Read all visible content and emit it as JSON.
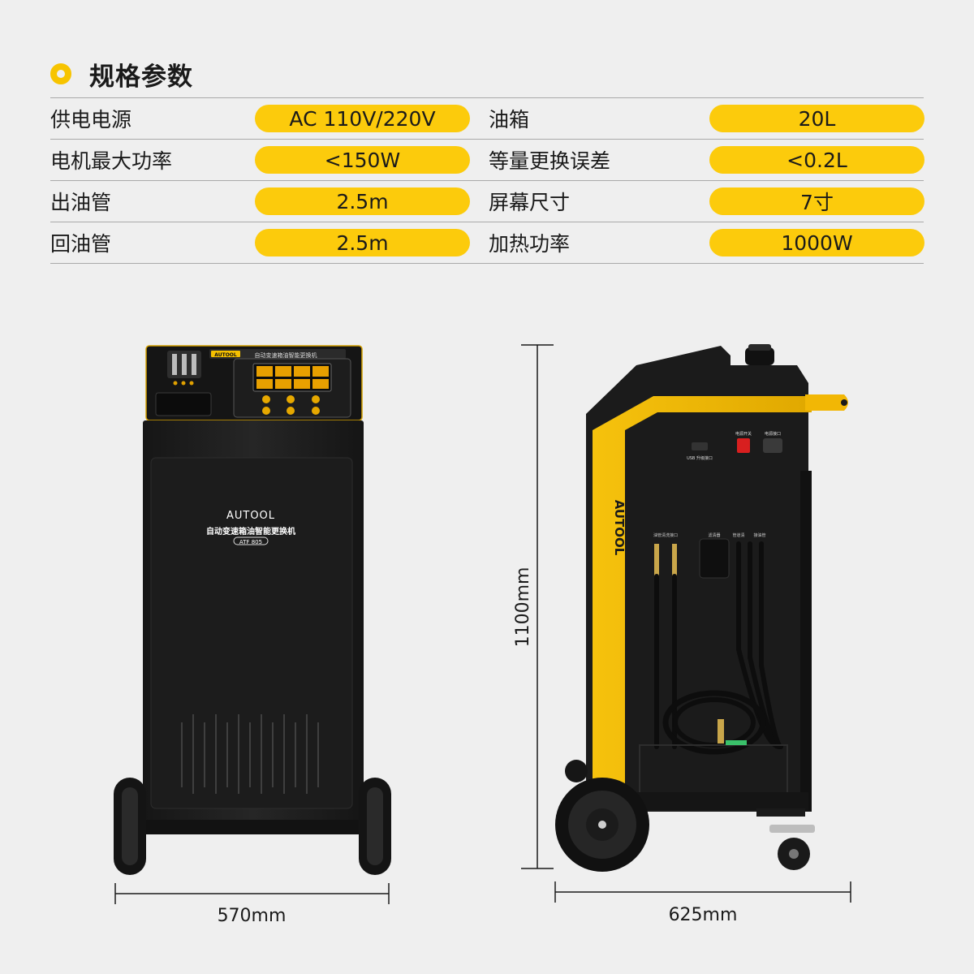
{
  "header": {
    "title": "规格参数"
  },
  "specs": [
    {
      "label_left": "供电电源",
      "value_left": "AC 110V/220V",
      "label_right": "油箱",
      "value_right": "20L"
    },
    {
      "label_left": "电机最大功率",
      "value_left": "<150W",
      "label_right": "等量更换误差",
      "value_right": "<0.2L"
    },
    {
      "label_left": "出油管",
      "value_left": "2.5m",
      "label_right": "屏幕尺寸",
      "value_right": "7寸"
    },
    {
      "label_left": "回油管",
      "value_left": "2.5m",
      "label_right": "加热功率",
      "value_right": "1000W"
    }
  ],
  "front_view": {
    "brand": "AUTOOL",
    "product_name": "自动变速箱油智能更换机",
    "model": "ATF 805",
    "panel_brand": "AUTOOL",
    "panel_product_name": "自动变速箱油智能更换机",
    "width_label": "570mm"
  },
  "side_view": {
    "brand": "AUTOOL",
    "height_label": "1100mm",
    "depth_label": "625mm",
    "usb_label": "USB\n升级接口",
    "power_switch_label": "电源开关",
    "power_socket_label": "电源接口",
    "port_labels": [
      "油管清洗接口",
      "滤清器",
      "管道清",
      "接油管"
    ]
  },
  "colors": {
    "accent": "#fccb0c",
    "bullet": "#f7c400",
    "machine_body": "#1f1f1f",
    "frame_yellow": "#f2b705"
  }
}
